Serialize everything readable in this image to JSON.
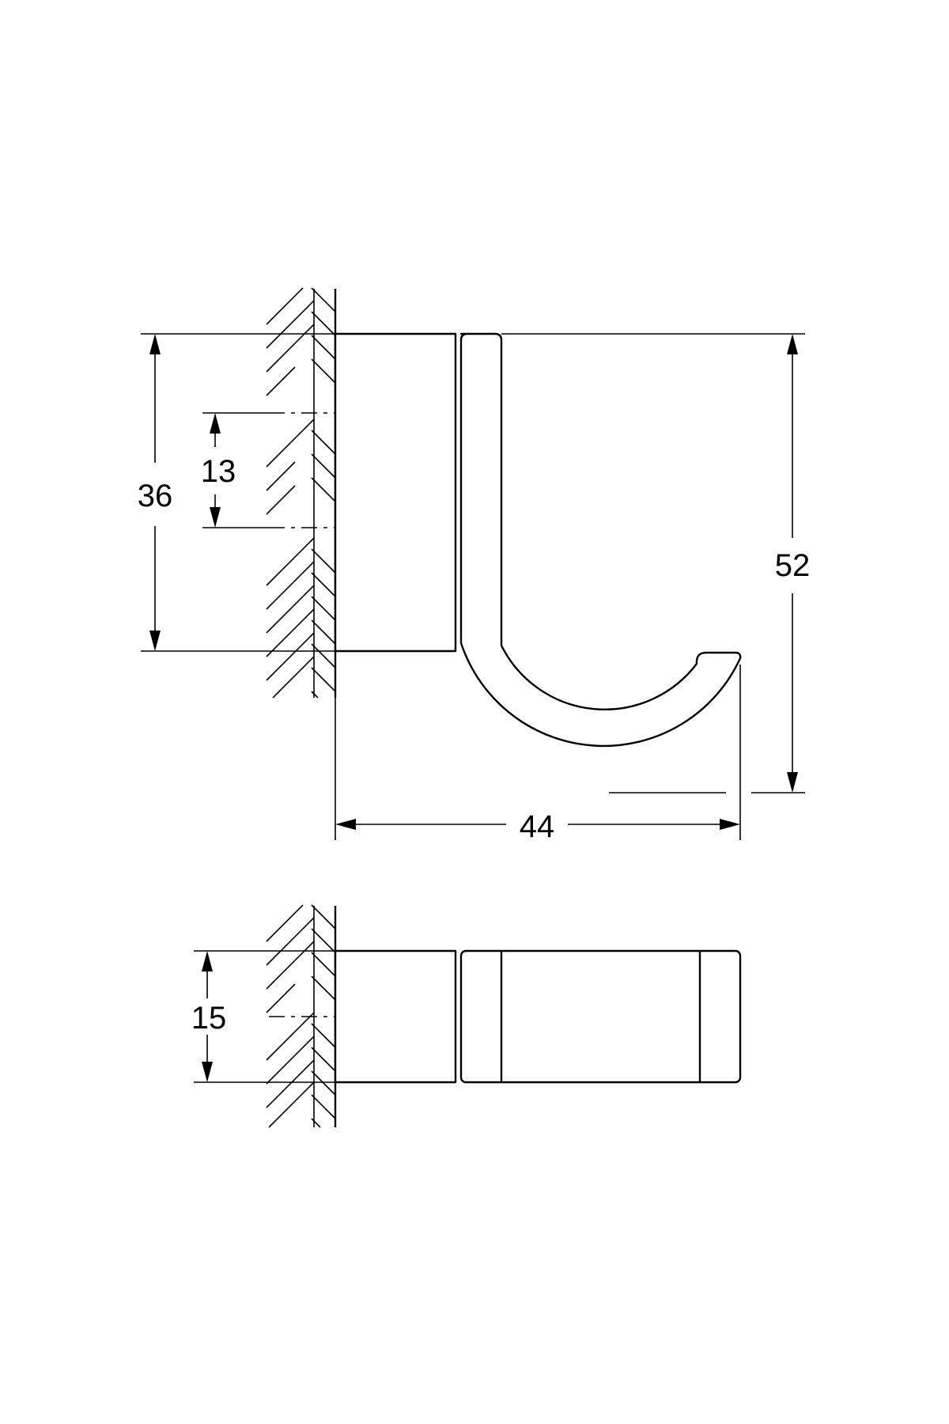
{
  "dimensions": {
    "height_bracket": "36",
    "hole_spacing": "13",
    "total_height": "52",
    "projection": "44",
    "width": "15"
  }
}
